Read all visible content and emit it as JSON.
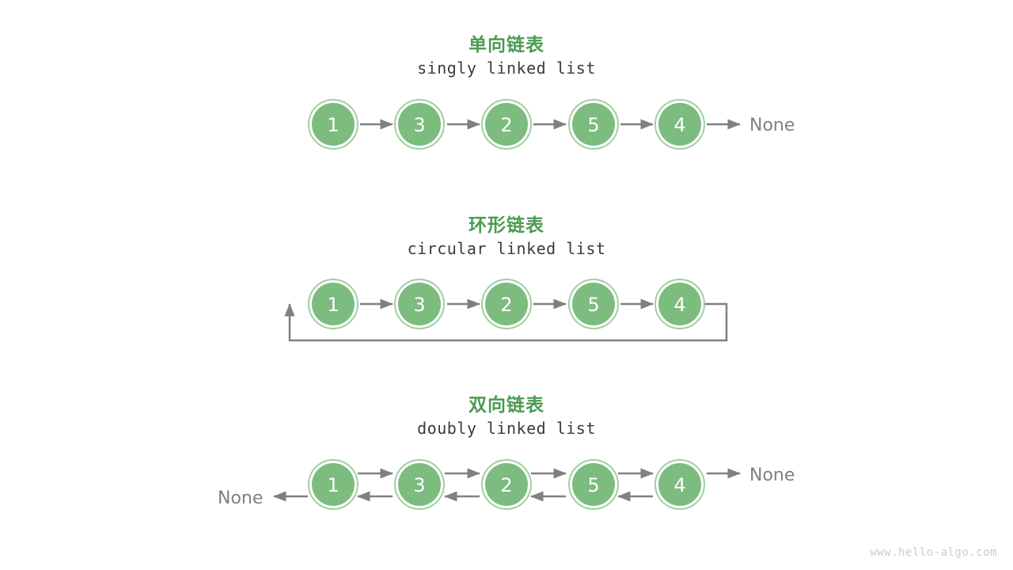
{
  "page": {
    "background": "#ffffff",
    "watermark": "www.hello-algo.com"
  },
  "colors": {
    "node_fill": "#7cbc7f",
    "node_ring": "#9fd0a0",
    "node_text": "#ffffff",
    "arrow": "#808080",
    "title_green": "#4c9a51",
    "subtitle_gray": "#3b3b3b",
    "none_gray": "#808080",
    "watermark_gray": "#cccccc"
  },
  "sections": [
    {
      "id": "singly",
      "title": "单向链表",
      "subtitle": "singly linked list",
      "nodes": [
        {
          "value": "1"
        },
        {
          "value": "3"
        },
        {
          "value": "2"
        },
        {
          "value": "5"
        },
        {
          "value": "4"
        }
      ],
      "tail_label": "None",
      "head_label": "",
      "has_loop": false,
      "bidirectional": false
    },
    {
      "id": "circular",
      "title": "环形链表",
      "subtitle": "circular linked list",
      "nodes": [
        {
          "value": "1"
        },
        {
          "value": "3"
        },
        {
          "value": "2"
        },
        {
          "value": "5"
        },
        {
          "value": "4"
        }
      ],
      "tail_label": "",
      "head_label": "",
      "has_loop": true,
      "bidirectional": false
    },
    {
      "id": "doubly",
      "title": "双向链表",
      "subtitle": "doubly linked list",
      "nodes": [
        {
          "value": "1"
        },
        {
          "value": "3"
        },
        {
          "value": "2"
        },
        {
          "value": "5"
        },
        {
          "value": "4"
        }
      ],
      "tail_label": "None",
      "head_label": "None",
      "has_loop": false,
      "bidirectional": true
    }
  ]
}
